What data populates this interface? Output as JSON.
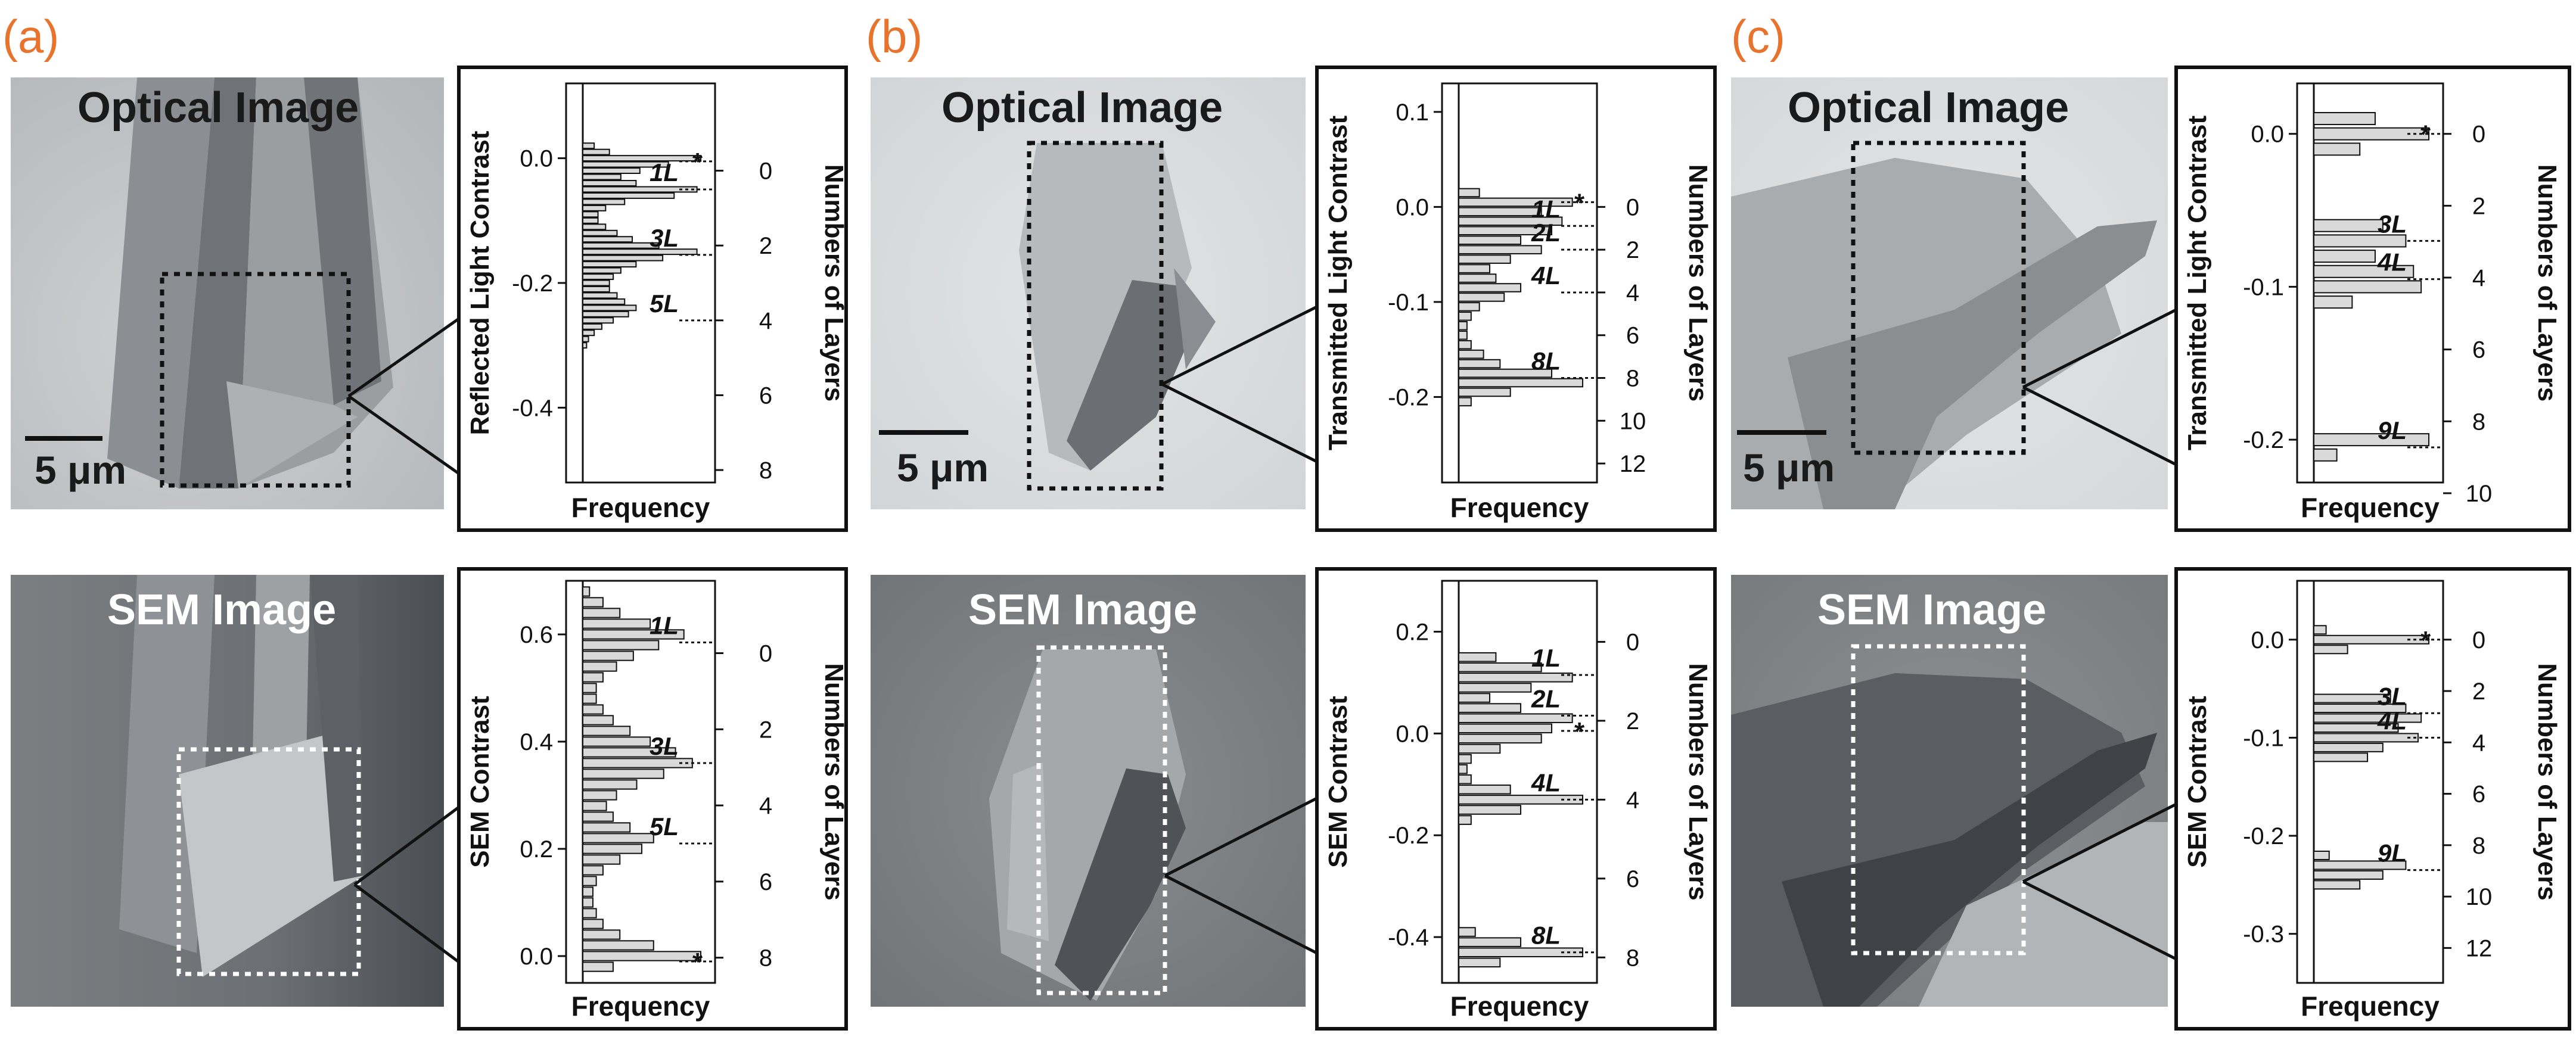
{
  "figure": {
    "rows": [
      {
        "caption": "Optical Image",
        "panels": [
          {
            "label": "(a)",
            "scale_bar": "5 μm"
          },
          {
            "label": "(b)",
            "scale_bar": "5 μm"
          },
          {
            "label": "(c)",
            "scale_bar": "5 μm"
          }
        ]
      },
      {
        "caption": "SEM Image",
        "panels": [
          {},
          {},
          {}
        ]
      }
    ]
  },
  "chart_data": [
    {
      "type": "bar",
      "panel": "(a)",
      "orientation": "horizontal",
      "xlabel": "Frequency",
      "ylabel": "Reflected Light Contrast",
      "ylabel_right": "Numbers of Layers",
      "ylim": [
        -0.52,
        0.12
      ],
      "yticks": [
        0.0,
        -0.2,
        -0.4
      ],
      "yticks_right": [
        0,
        2,
        4,
        6,
        8
      ],
      "right_axis_map": {
        "contrast_at_0": -0.02,
        "contrast_per_layer": -0.06
      },
      "peaks": [
        {
          "label": "*",
          "contrast": -0.005
        },
        {
          "label": "1L",
          "contrast": -0.05
        },
        {
          "label": "3L",
          "contrast": -0.155
        },
        {
          "label": "5L",
          "contrast": -0.26
        }
      ],
      "histogram": {
        "contrast": [
          0.02,
          0.01,
          0.0,
          -0.01,
          -0.02,
          -0.03,
          -0.04,
          -0.05,
          -0.06,
          -0.07,
          -0.08,
          -0.09,
          -0.1,
          -0.11,
          -0.12,
          -0.13,
          -0.14,
          -0.15,
          -0.16,
          -0.17,
          -0.18,
          -0.19,
          -0.2,
          -0.21,
          -0.22,
          -0.23,
          -0.24,
          -0.25,
          -0.26,
          -0.27,
          -0.28,
          -0.29,
          -0.3
        ],
        "frequency": [
          6,
          14,
          62,
          45,
          30,
          20,
          28,
          60,
          48,
          22,
          12,
          8,
          8,
          12,
          18,
          26,
          40,
          60,
          42,
          28,
          20,
          16,
          14,
          14,
          18,
          22,
          28,
          24,
          16,
          10,
          6,
          3,
          2
        ]
      }
    },
    {
      "type": "bar",
      "panel": "(a)",
      "orientation": "horizontal",
      "xlabel": "Frequency",
      "ylabel": "SEM Contrast",
      "ylabel_right": "Numbers of Layers",
      "ylim": [
        -0.05,
        0.7
      ],
      "yticks": [
        0.0,
        0.2,
        0.4,
        0.6
      ],
      "yticks_right": [
        0,
        2,
        4,
        6,
        8
      ],
      "right_axis_map": {
        "contrast_at_0": 0.565,
        "contrast_per_layer": -0.071
      },
      "peaks": [
        {
          "label": "1L",
          "contrast": 0.585
        },
        {
          "label": "3L",
          "contrast": 0.36
        },
        {
          "label": "5L",
          "contrast": 0.21
        },
        {
          "label": "*",
          "contrast": -0.01
        }
      ],
      "histogram": {
        "contrast": [
          0.68,
          0.66,
          0.64,
          0.62,
          0.6,
          0.58,
          0.56,
          0.54,
          0.52,
          0.5,
          0.48,
          0.46,
          0.44,
          0.42,
          0.4,
          0.38,
          0.36,
          0.34,
          0.32,
          0.3,
          0.28,
          0.26,
          0.24,
          0.22,
          0.2,
          0.18,
          0.16,
          0.14,
          0.12,
          0.1,
          0.08,
          0.06,
          0.04,
          0.02,
          0.0,
          -0.02
        ],
        "frequency": [
          4,
          12,
          22,
          40,
          60,
          45,
          30,
          20,
          12,
          8,
          8,
          12,
          18,
          28,
          40,
          55,
          65,
          48,
          32,
          20,
          14,
          18,
          28,
          42,
          35,
          22,
          12,
          8,
          6,
          6,
          8,
          12,
          22,
          42,
          70,
          18
        ]
      }
    },
    {
      "type": "bar",
      "panel": "(b)",
      "orientation": "horizontal",
      "xlabel": "Frequency",
      "ylabel": "Transmitted Light Contrast",
      "ylabel_right": "Numbers of Layers",
      "ylim": [
        -0.29,
        0.13
      ],
      "yticks": [
        0.1,
        0.0,
        -0.1,
        -0.2
      ],
      "yticks_right": [
        0,
        2,
        4,
        6,
        8,
        10,
        12
      ],
      "right_axis_map": {
        "contrast_at_0": 0.0,
        "contrast_per_layer": -0.0225
      },
      "peaks": [
        {
          "label": "*",
          "contrast": 0.005
        },
        {
          "label": "1L",
          "contrast": -0.02
        },
        {
          "label": "2L",
          "contrast": -0.045
        },
        {
          "label": "4L",
          "contrast": -0.09
        },
        {
          "label": "8L",
          "contrast": -0.18
        }
      ],
      "histogram": {
        "contrast": [
          0.015,
          0.005,
          -0.005,
          -0.015,
          -0.025,
          -0.035,
          -0.045,
          -0.055,
          -0.065,
          -0.075,
          -0.085,
          -0.095,
          -0.105,
          -0.115,
          -0.125,
          -0.135,
          -0.145,
          -0.155,
          -0.165,
          -0.175,
          -0.185,
          -0.195,
          -0.205
        ],
        "frequency": [
          10,
          55,
          40,
          50,
          45,
          30,
          40,
          25,
          15,
          18,
          30,
          22,
          10,
          6,
          4,
          4,
          6,
          12,
          20,
          45,
          60,
          25,
          6
        ]
      }
    },
    {
      "type": "bar",
      "panel": "(b)",
      "orientation": "horizontal",
      "xlabel": "Frequency",
      "ylabel": "SEM Contrast",
      "ylabel_right": "Numbers of Layers",
      "ylim": [
        -0.49,
        0.3
      ],
      "yticks": [
        0.2,
        0.0,
        -0.2,
        -0.4
      ],
      "yticks_right": [
        0,
        2,
        4,
        6,
        8
      ],
      "right_axis_map": {
        "contrast_at_0": 0.18,
        "contrast_per_layer": -0.0775
      },
      "peaks": [
        {
          "label": "1L",
          "contrast": 0.115
        },
        {
          "label": "2L",
          "contrast": 0.035
        },
        {
          "label": "*",
          "contrast": 0.005
        },
        {
          "label": "4L",
          "contrast": -0.13
        },
        {
          "label": "8L",
          "contrast": -0.43
        }
      ],
      "histogram": {
        "contrast": [
          0.15,
          0.13,
          0.11,
          0.09,
          0.07,
          0.05,
          0.03,
          0.01,
          -0.01,
          -0.03,
          -0.05,
          -0.07,
          -0.09,
          -0.11,
          -0.13,
          -0.15,
          -0.17,
          -0.39,
          -0.41,
          -0.43,
          -0.45
        ],
        "frequency": [
          18,
          40,
          55,
          35,
          15,
          30,
          55,
          45,
          40,
          20,
          6,
          4,
          6,
          25,
          60,
          30,
          6,
          8,
          30,
          60,
          20
        ]
      }
    },
    {
      "type": "bar",
      "panel": "(c)",
      "orientation": "horizontal",
      "xlabel": "Frequency",
      "ylabel": "Transmitted Light Contrast",
      "ylabel_right": "Numbers of Layers",
      "ylim": [
        -0.228,
        0.033
      ],
      "yticks": [
        0.0,
        -0.1,
        -0.2
      ],
      "yticks_right": [
        0,
        2,
        4,
        6,
        8,
        10
      ],
      "right_axis_map": {
        "contrast_at_0": 0.0,
        "contrast_per_layer": -0.0235
      },
      "peaks": [
        {
          "label": "*",
          "contrast": 0.0
        },
        {
          "label": "3L",
          "contrast": -0.07
        },
        {
          "label": "4L",
          "contrast": -0.095
        },
        {
          "label": "9L",
          "contrast": -0.205
        }
      ],
      "histogram": {
        "contrast": [
          0.01,
          0.0,
          -0.01,
          -0.06,
          -0.07,
          -0.08,
          -0.09,
          -0.1,
          -0.11,
          -0.2,
          -0.21
        ],
        "frequency": [
          40,
          75,
          30,
          45,
          60,
          40,
          65,
          70,
          25,
          75,
          15
        ]
      }
    },
    {
      "type": "bar",
      "panel": "(c)",
      "orientation": "horizontal",
      "xlabel": "Frequency",
      "ylabel": "SEM Contrast",
      "ylabel_right": "Numbers of Layers",
      "ylim": [
        -0.35,
        0.06
      ],
      "yticks": [
        0.0,
        -0.1,
        -0.2,
        -0.3
      ],
      "yticks_right": [
        0,
        2,
        4,
        6,
        8,
        10,
        12
      ],
      "right_axis_map": {
        "contrast_at_0": 0.0,
        "contrast_per_layer": -0.0262
      },
      "peaks": [
        {
          "label": "*",
          "contrast": 0.0
        },
        {
          "label": "3L",
          "contrast": -0.075
        },
        {
          "label": "4L",
          "contrast": -0.1
        },
        {
          "label": "9L",
          "contrast": -0.235
        }
      ],
      "histogram": {
        "contrast": [
          0.01,
          0.0,
          -0.01,
          -0.06,
          -0.07,
          -0.08,
          -0.09,
          -0.1,
          -0.11,
          -0.12,
          -0.22,
          -0.23,
          -0.24,
          -0.25
        ],
        "frequency": [
          8,
          75,
          22,
          50,
          60,
          70,
          55,
          68,
          45,
          35,
          10,
          60,
          45,
          30
        ]
      }
    }
  ]
}
